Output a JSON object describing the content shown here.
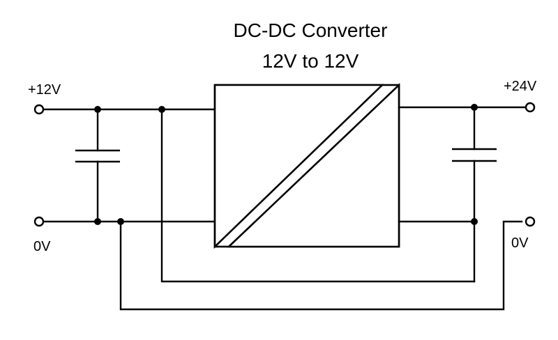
{
  "diagram": {
    "title_line1": "DC-DC Converter",
    "title_line2": "12V to 12V",
    "labels": {
      "input_positive": "+12V",
      "input_ground": "0V",
      "output_positive": "+24V",
      "output_ground": "0V"
    }
  }
}
